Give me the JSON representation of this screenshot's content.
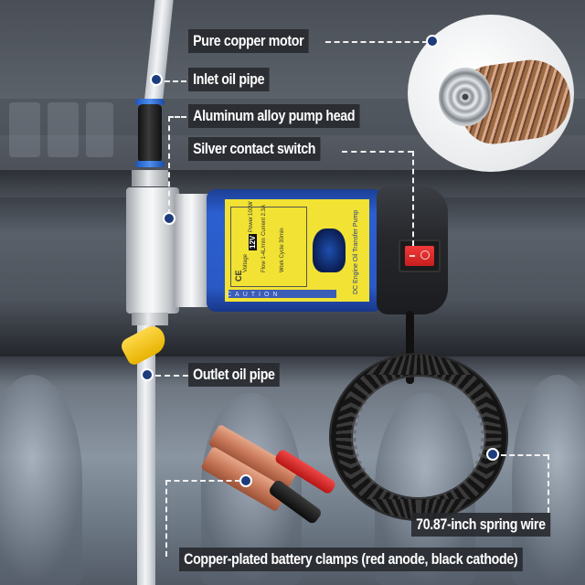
{
  "callouts": [
    {
      "id": "motor",
      "text": "Pure copper motor"
    },
    {
      "id": "inlet",
      "text": "Inlet oil pipe"
    },
    {
      "id": "pump_head",
      "text": "Aluminum alloy pump head"
    },
    {
      "id": "switch",
      "text": "Silver contact switch"
    },
    {
      "id": "outlet",
      "text": "Outlet oil pipe"
    },
    {
      "id": "spring_wire",
      "text": "70.87-inch spring wire"
    },
    {
      "id": "clamps",
      "text": "Copper-plated battery clamps (red anode, black cathode)"
    }
  ],
  "product_label": {
    "title": "DC Engine Oil Transfer Pump",
    "ce_mark": "CE",
    "voltage_label": "Voltage",
    "voltage_value": "12V",
    "power_label": "Power",
    "power_value": "100W",
    "flow": "Flow 1-4L/min",
    "current": "Current 2.3A",
    "work_cycle": "Work Cycle 30min",
    "caution": "CAUTION"
  },
  "colors": {
    "callout_bg": "#26282c",
    "callout_text": "#ffffff",
    "dot": "#1d3c7c",
    "motor_blue": "#2a59c5",
    "label_yellow": "#f1e234",
    "switch_red": "#e02828",
    "valve_yellow": "#f5c518"
  }
}
